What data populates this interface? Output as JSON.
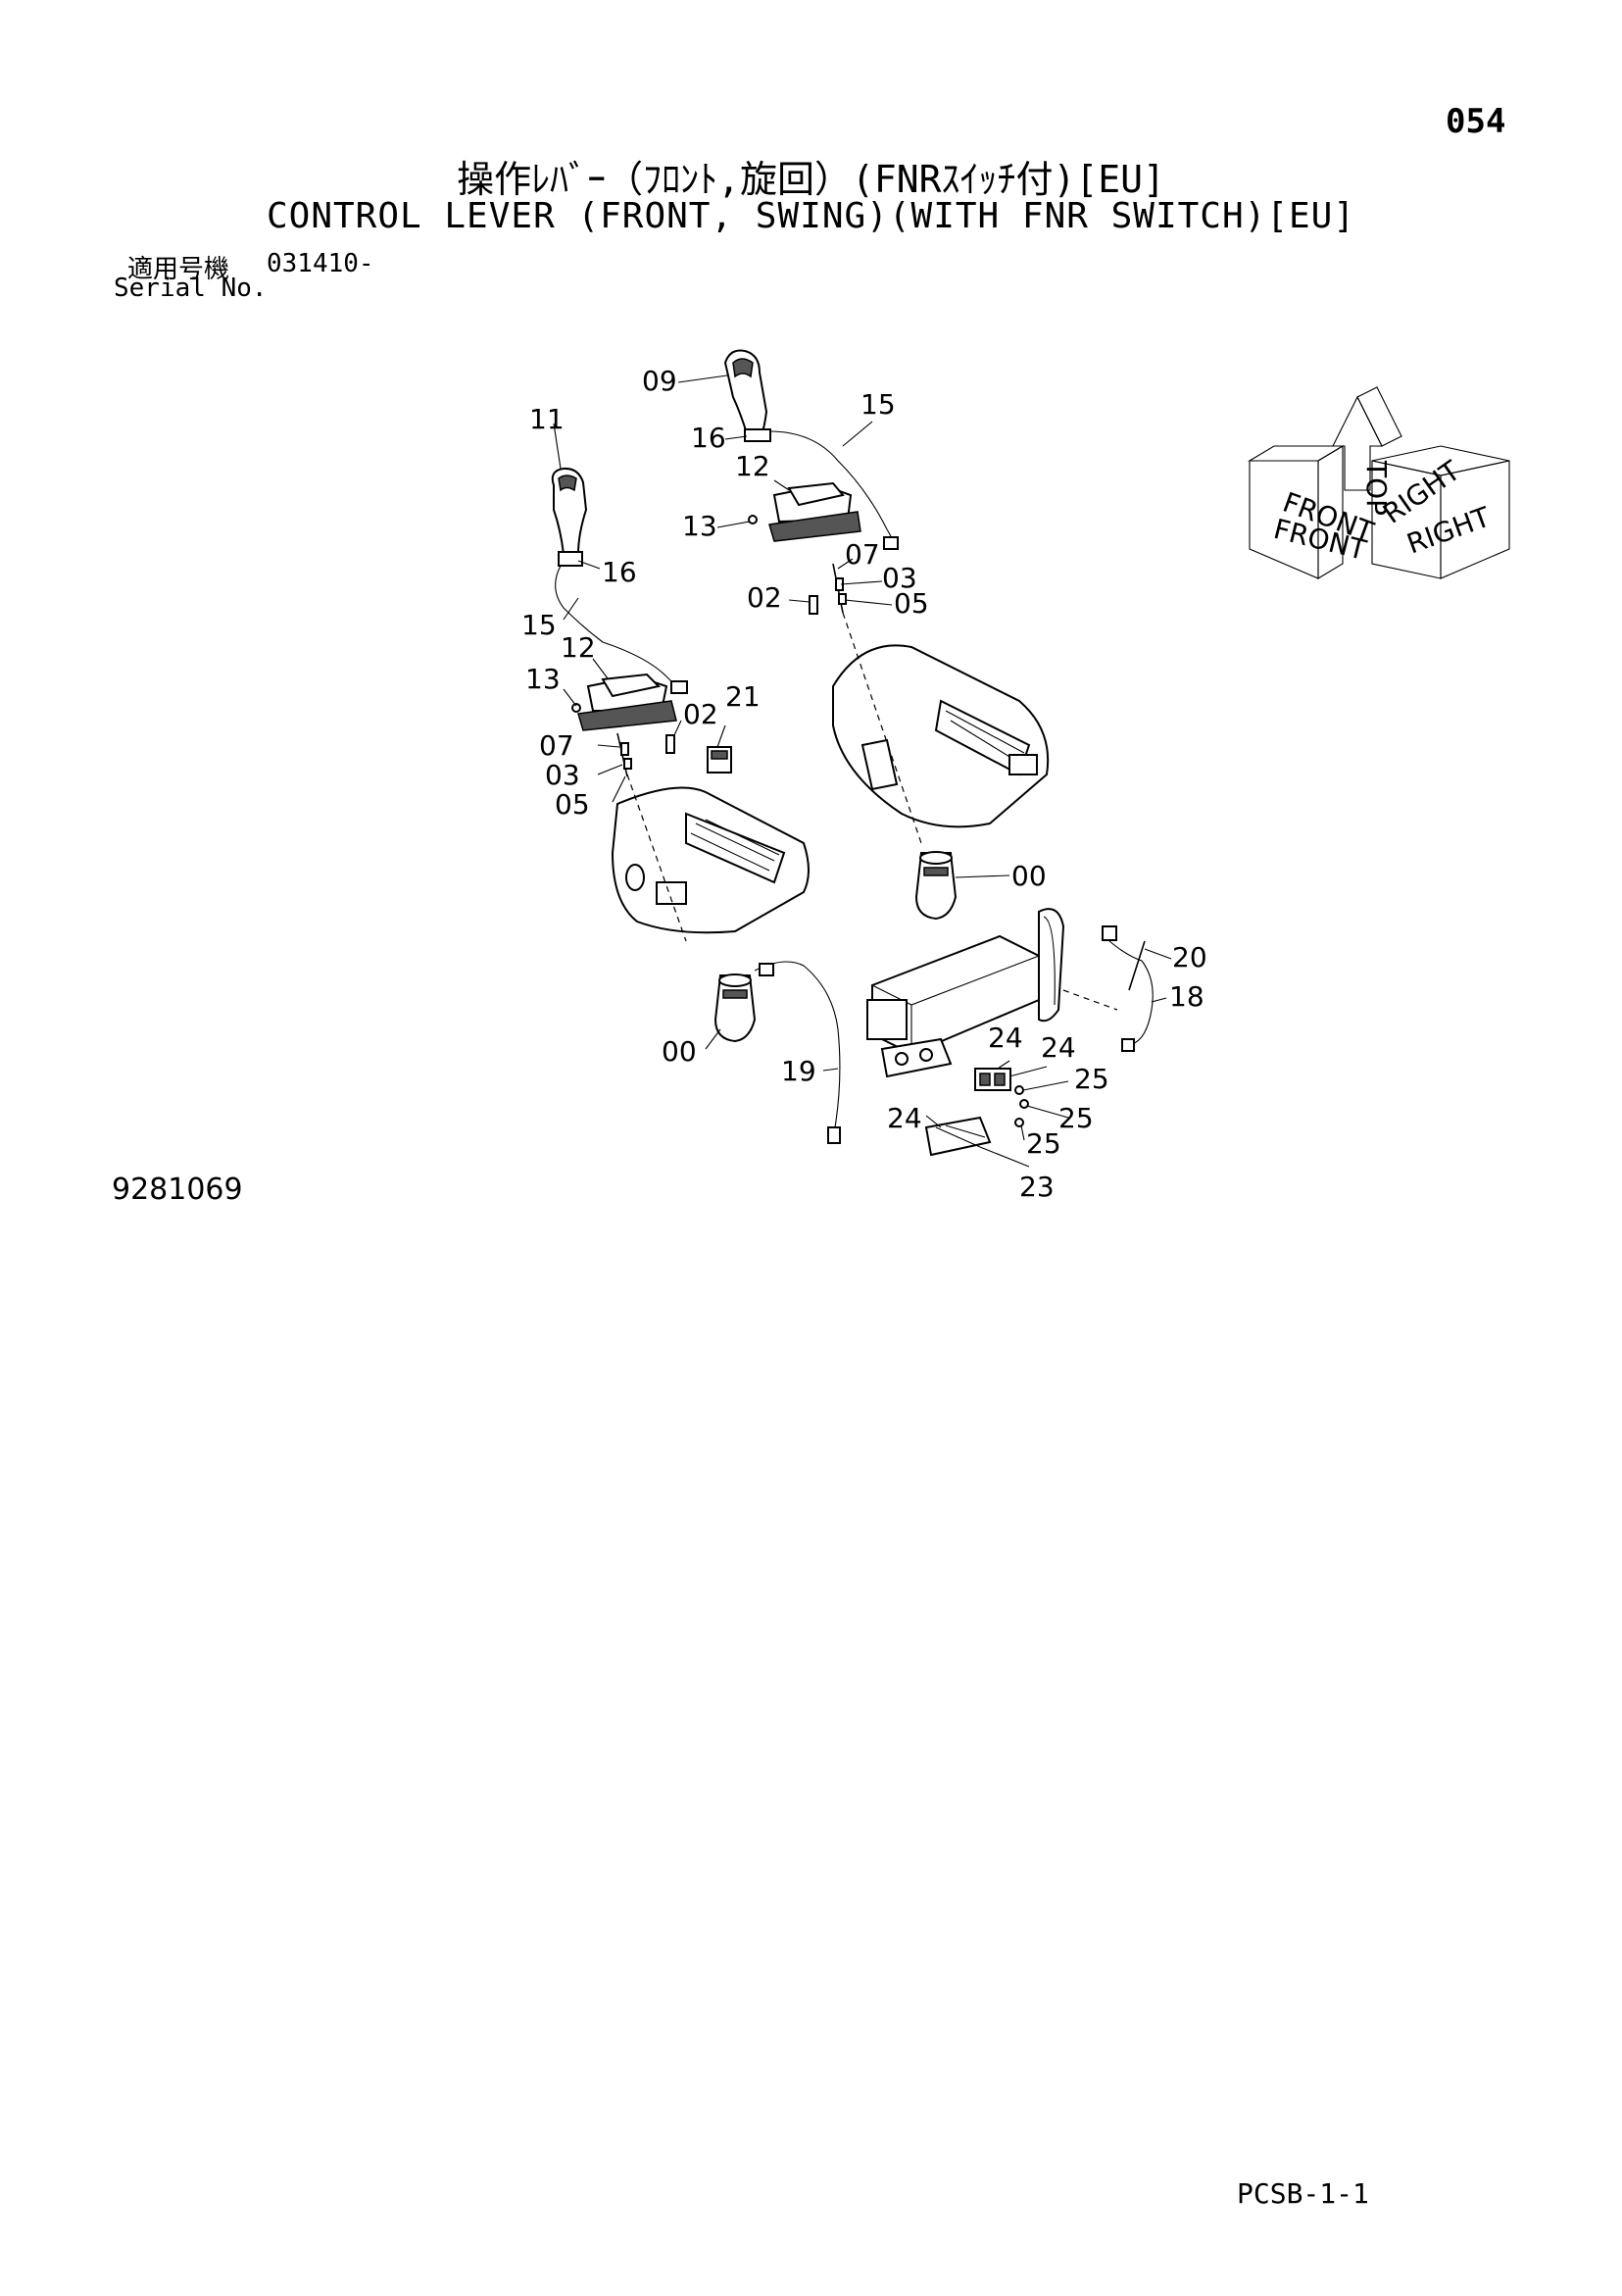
{
  "header": {
    "page_number": "054",
    "title_jp": "操作ﾚﾊﾞｰ（ﾌﾛﾝﾄ,旋回）(FNRｽｲｯﾁ付)[EU]",
    "title_en": "CONTROL LEVER (FRONT, SWING)(WITH FNR SWITCH)[EU]"
  },
  "serial": {
    "label_jp": "適用号機",
    "label_en": "Serial No.",
    "value": "031410-"
  },
  "orientation": {
    "top": "TOP",
    "front_upper": "FRONT",
    "front_lower": "FRONT",
    "right_upper": "RIGHT",
    "right_lower": "RIGHT"
  },
  "callouts": {
    "c00a": "00",
    "c00b": "00",
    "c02a": "02",
    "c02b": "02",
    "c03a": "03",
    "c03b": "03",
    "c05a": "05",
    "c05b": "05",
    "c07a": "07",
    "c07b": "07",
    "c09": "09",
    "c11": "11",
    "c12a": "12",
    "c12b": "12",
    "c13a": "13",
    "c13b": "13",
    "c15a": "15",
    "c15b": "15",
    "c16a": "16",
    "c16b": "16",
    "c18": "18",
    "c19": "19",
    "c20": "20",
    "c21": "21",
    "c23": "23",
    "c24a": "24",
    "c24b": "24",
    "c24c": "24",
    "c25a": "25",
    "c25b": "25",
    "c25c": "25"
  },
  "footer": {
    "drawing_number": "9281069",
    "code": "PCSB-1-1"
  }
}
